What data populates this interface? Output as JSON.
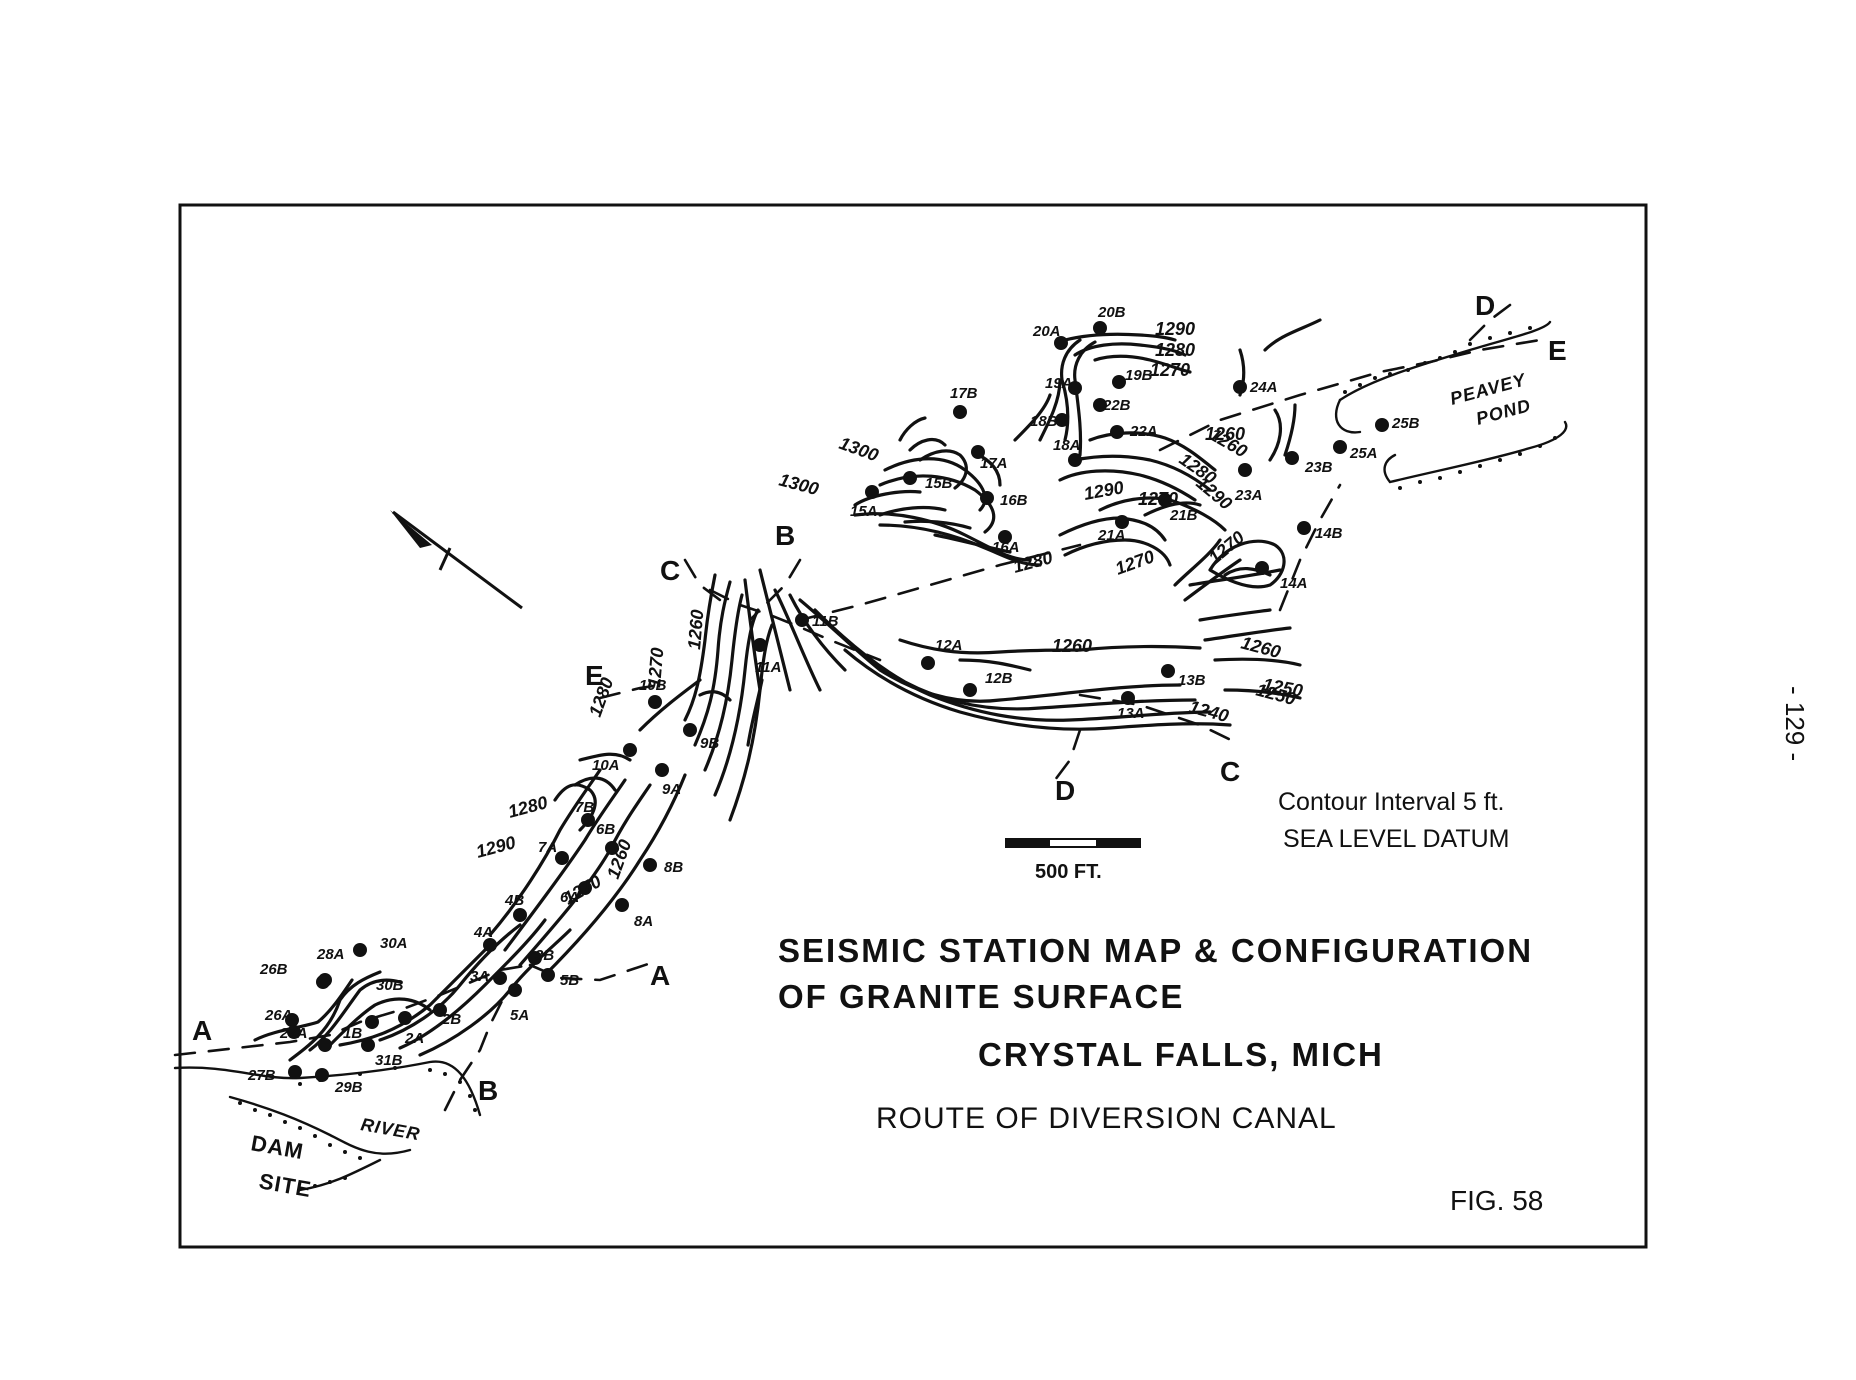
{
  "title": {
    "line1": "SEISMIC STATION MAP & CONFIGURATION",
    "line2": "OF GRANITE SURFACE",
    "location": "CRYSTAL FALLS, MICH",
    "route": "ROUTE OF DIVERSION CANAL"
  },
  "figure_label": "FIG. 58",
  "page_number": "- 129 -",
  "notes": {
    "contour_interval": "Contour Interval 5 ft.",
    "datum": "SEA LEVEL DATUM"
  },
  "scale_bar": {
    "label": "500 FT."
  },
  "features": {
    "river": "RIVER",
    "dam_site_line1": "DAM",
    "dam_site_line2": "SITE",
    "pond_line1": "PEAVEY",
    "pond_line2": "POND"
  },
  "section_letters": [
    "A",
    "A",
    "B",
    "B",
    "C",
    "C",
    "D",
    "D",
    "E",
    "E"
  ],
  "stations": [
    "1B",
    "2A",
    "2B",
    "3A",
    "3B",
    "4A",
    "4B",
    "5A",
    "5B",
    "6A",
    "6B",
    "7A",
    "7B",
    "8A",
    "8B",
    "9A",
    "9B",
    "10A",
    "10B",
    "11A",
    "11B",
    "12A",
    "12B",
    "13A",
    "13B",
    "14A",
    "14B",
    "15A",
    "15B",
    "16A",
    "16B",
    "17A",
    "17B",
    "18A",
    "18B",
    "19A",
    "19B",
    "20A",
    "20B",
    "21A",
    "21B",
    "22A",
    "22B",
    "23A",
    "23B",
    "24A",
    "25A",
    "25B",
    "26A",
    "26B",
    "27A",
    "27B",
    "28A",
    "29B",
    "30A",
    "30B",
    "31B"
  ],
  "contour_labels": [
    "1300",
    "1300",
    "1290",
    "1280",
    "1270",
    "1260",
    "1280",
    "1290",
    "1270",
    "1280",
    "1270",
    "1260",
    "1250",
    "1280",
    "1290",
    "1270",
    "1260",
    "1280",
    "1270",
    "1260",
    "1260",
    "1250",
    "1240",
    "1260",
    "1270",
    "1290"
  ]
}
